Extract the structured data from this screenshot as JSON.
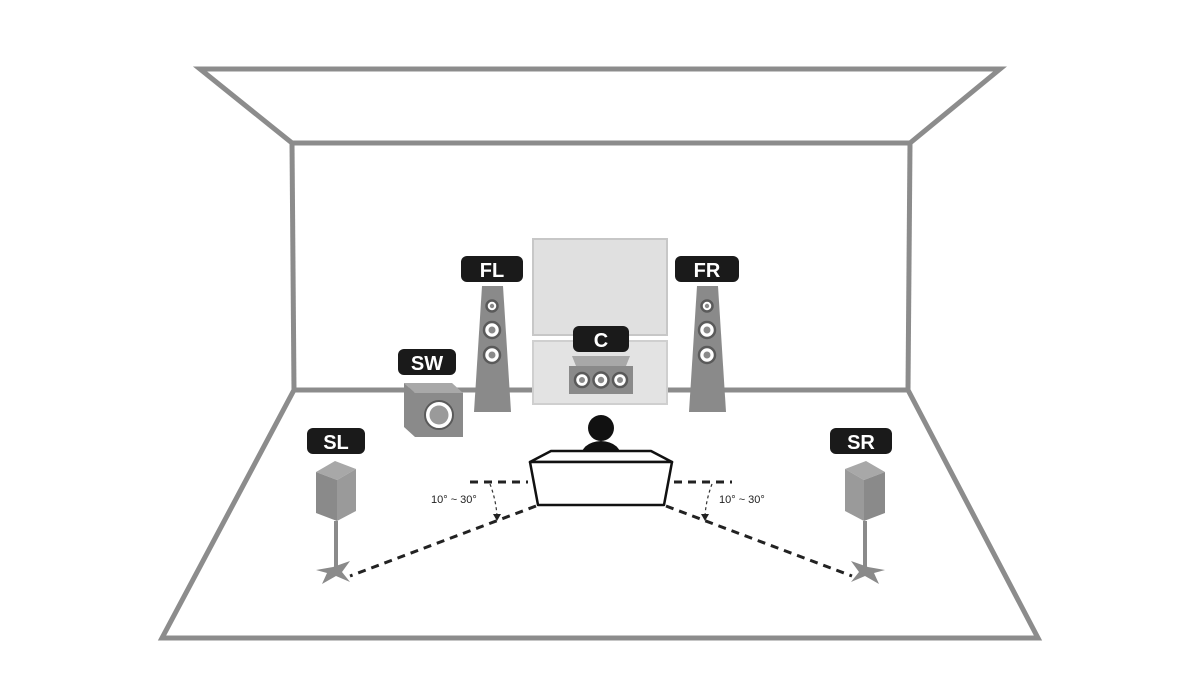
{
  "labels": {
    "front_left": "FL",
    "front_right": "FR",
    "center": "C",
    "subwoofer": "SW",
    "surround_left": "SL",
    "surround_right": "SR"
  },
  "angles": {
    "left": "10° ~ 30°",
    "right": "10° ~ 30°"
  },
  "colors": {
    "room_lines": "#8c8c8c",
    "speaker_gray": "#8a8a8a",
    "label_background": "#1a1a1a",
    "screen": "#e0e0e0"
  }
}
